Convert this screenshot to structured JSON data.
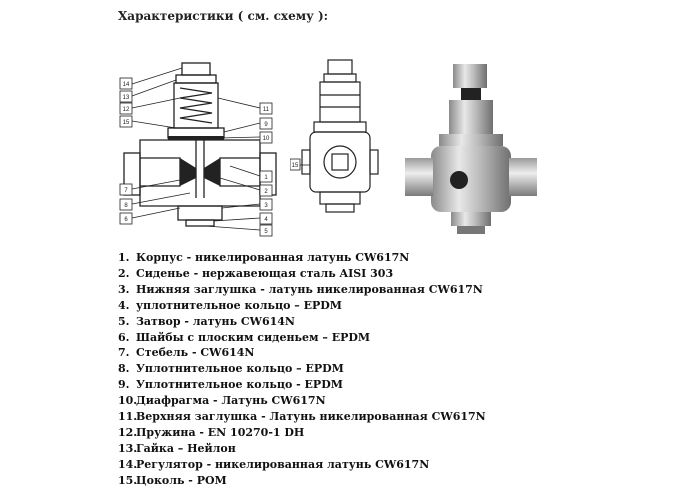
{
  "title": "Характеристики ( см. схему ):",
  "callouts_left": [
    "14",
    "13",
    "12",
    "15",
    "7",
    "8",
    "6"
  ],
  "callouts_right": [
    "11",
    "9",
    "10",
    "1",
    "2",
    "3",
    "4",
    "5"
  ],
  "front_callout": "15",
  "parts": [
    {
      "num": "1.",
      "text": "Корпус - никелированная латунь CW617N"
    },
    {
      "num": "2.",
      "text": "Сиденье - нержавеющая сталь AISI 303"
    },
    {
      "num": "3.",
      "text": "Нижняя заглушка - латунь никелированная  CW617N"
    },
    {
      "num": "4.",
      "text": "уплотнительное кольцо – EPDM"
    },
    {
      "num": "5.",
      "text": "Затвор -  латунь CW614N"
    },
    {
      "num": "6.",
      "text": "Шайбы с плоским сиденьем – EPDM"
    },
    {
      "num": "7.",
      "text": "Стебель - CW614N"
    },
    {
      "num": "8.",
      "text": "Уплотнительное кольцо – EPDM"
    },
    {
      "num": "9.",
      "text": "Уплотнительное кольцо -  EPDM"
    },
    {
      "num": "10.",
      "text": "Диафрагма - Латунь CW617N"
    },
    {
      "num": "11.",
      "text": "Верхняя  заглушка  -  Латунь никелированная CW617N"
    },
    {
      "num": "12.",
      "text": "Пружина - EN 10270-1 DH"
    },
    {
      "num": "13.",
      "text": "Гайка – Нейлон"
    },
    {
      "num": "14.",
      "text": "Регулятор -  никелированная латунь CW617N"
    },
    {
      "num": "15.",
      "text": "Цоколь -  POM"
    }
  ]
}
